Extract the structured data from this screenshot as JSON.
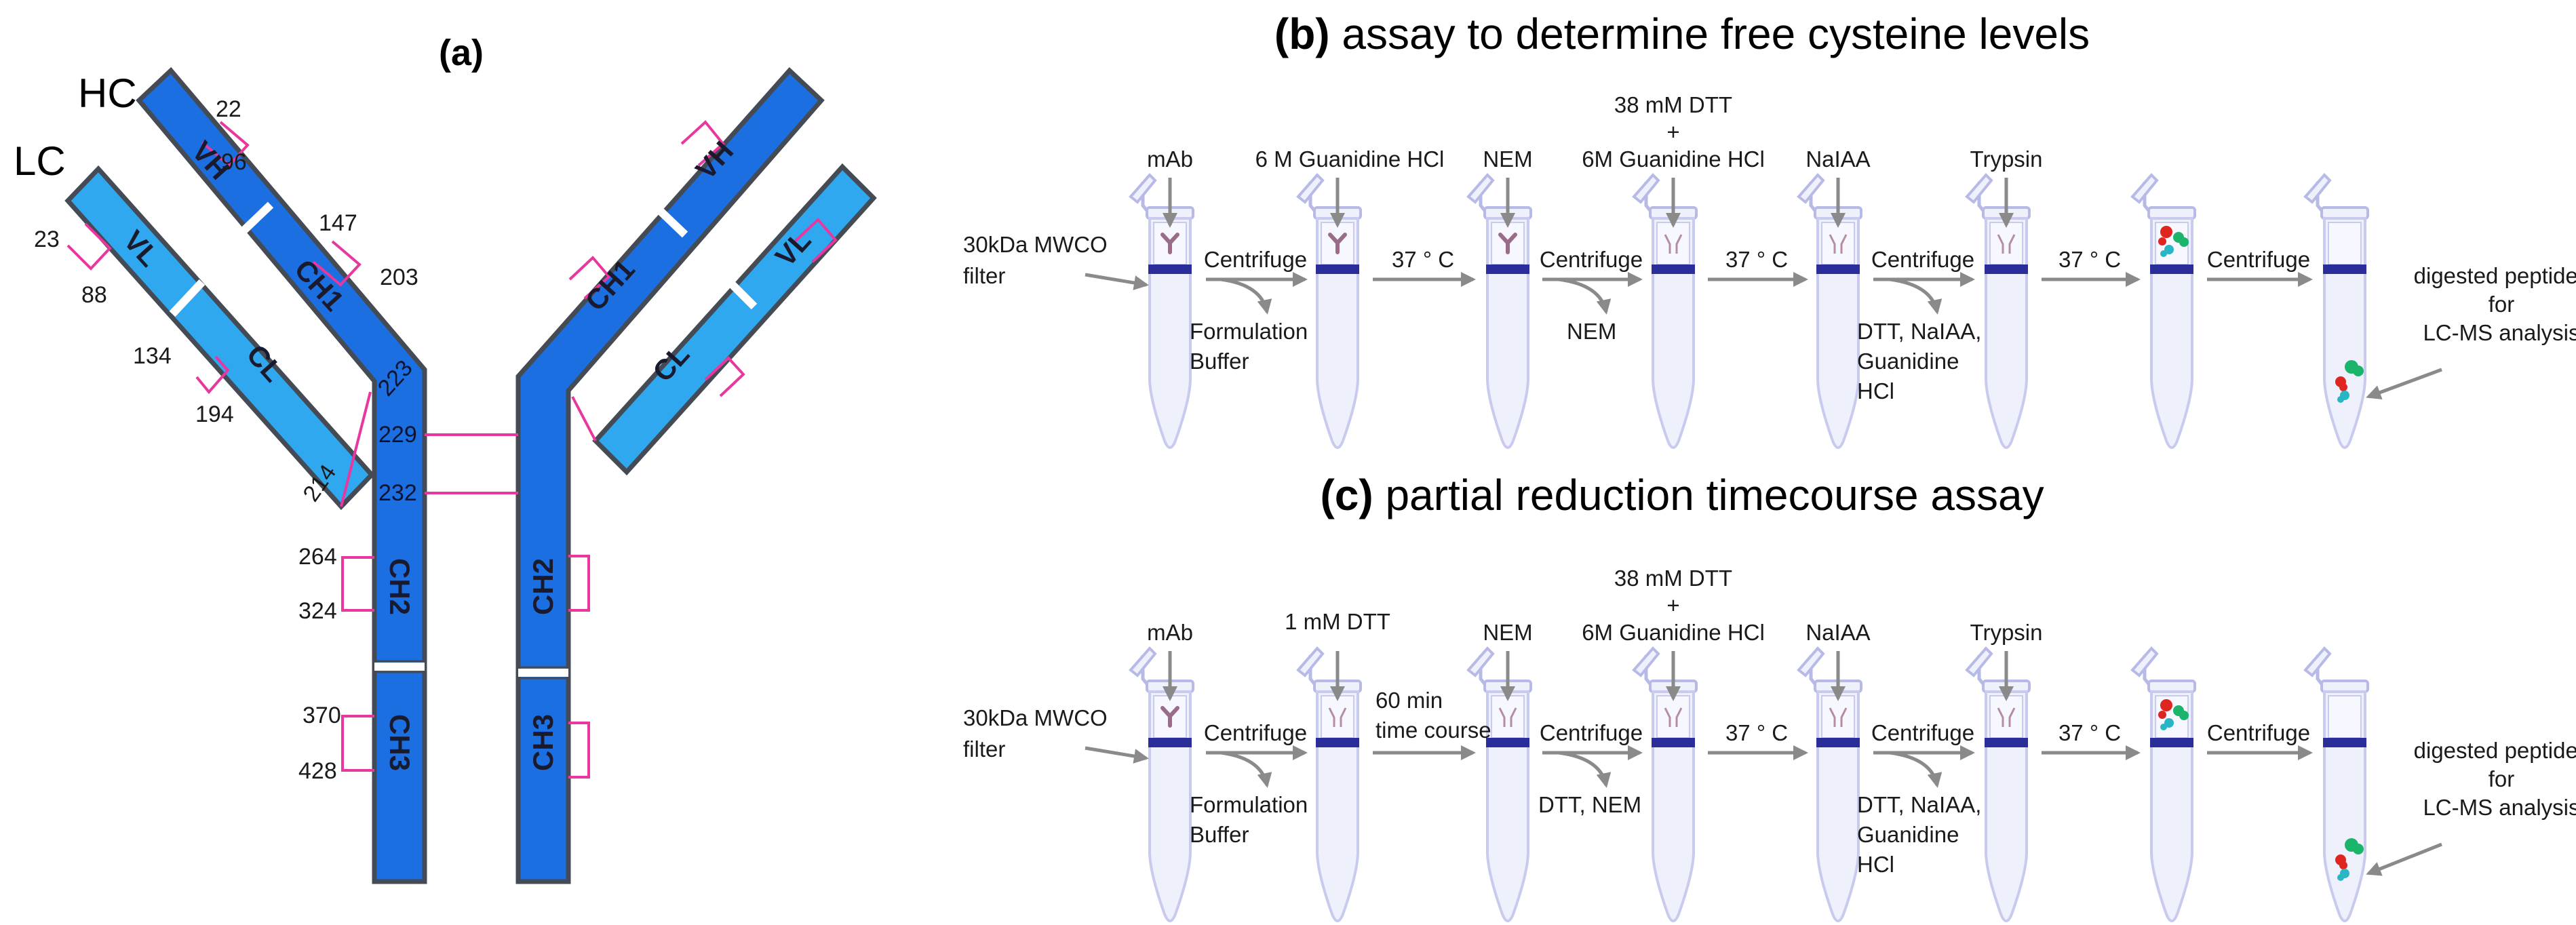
{
  "colors": {
    "heavy_chain": "#1c6fe0",
    "light_chain": "#2fa8f0",
    "domain_outline": "#444b55",
    "disulfide": "#e8379e",
    "arrow": "#8a8a8a",
    "tube_fill": "#eef0fb",
    "tube_outline": "#b7b9e6",
    "filter_band": "#2b2d9a",
    "peptide_red": "#e0241f",
    "peptide_green": "#1ab46a",
    "peptide_teal": "#29b6c4"
  },
  "panel_a": {
    "label": "(a)",
    "hc_label": "HC",
    "lc_label": "LC",
    "domains": {
      "vh": "VH",
      "ch1": "CH1",
      "vl": "VL",
      "cl": "CL",
      "ch2": "CH2",
      "ch3": "CH3"
    },
    "residues": {
      "r22": "22",
      "r96": "96",
      "r147": "147",
      "r203": "203",
      "r23": "23",
      "r88": "88",
      "r134": "134",
      "r194": "194",
      "r214": "214",
      "r223": "223",
      "r229": "229",
      "r232": "232",
      "r264": "264",
      "r324": "324",
      "r370": "370",
      "r428": "428"
    }
  },
  "panel_b": {
    "title_label": "(b)",
    "title_text": " assay to determine free cysteine levels",
    "filter_label_1": "30kDa MWCO",
    "filter_label_2": "filter",
    "reagents": [
      "mAb",
      "6 M Guanidine  HCl",
      "NEM",
      "6M Guanidine HCl",
      "NaIAA",
      "Trypsin"
    ],
    "dtt_line_1": "38 mM DTT",
    "dtt_line_2": "+",
    "steps": [
      "Centrifuge",
      "37 ° C",
      "Centrifuge",
      "37 ° C",
      "Centrifuge",
      "37 ° C",
      "Centrifuge"
    ],
    "waste_1": [
      "Formulation",
      "Buffer"
    ],
    "waste_2": [
      "NEM"
    ],
    "waste_3": [
      "DTT, NaIAA,",
      "Guanidine",
      "HCl"
    ],
    "output": [
      "digested peptides",
      "for",
      "LC-MS analysis"
    ]
  },
  "panel_c": {
    "title_label": "(c)",
    "title_text": " partial reduction timecourse assay",
    "filter_label_1": "30kDa MWCO",
    "filter_label_2": "filter",
    "reagents": [
      "mAb",
      "1 mM DTT",
      "NEM",
      "6M Guanidine HCl",
      "NaIAA",
      "Trypsin"
    ],
    "dtt_line_1": "38 mM DTT",
    "dtt_line_2": "+",
    "steps": [
      "Centrifuge",
      "60 min",
      "time course",
      "Centrifuge",
      "37 ° C",
      "Centrifuge",
      "37 ° C",
      "Centrifuge"
    ],
    "waste_1": [
      "Formulation",
      "Buffer"
    ],
    "waste_2": [
      "DTT, NEM"
    ],
    "waste_3": [
      "DTT, NaIAA,",
      "Guanidine",
      "HCl"
    ],
    "output": [
      "digested peptides",
      "for",
      "LC-MS analysis"
    ]
  }
}
